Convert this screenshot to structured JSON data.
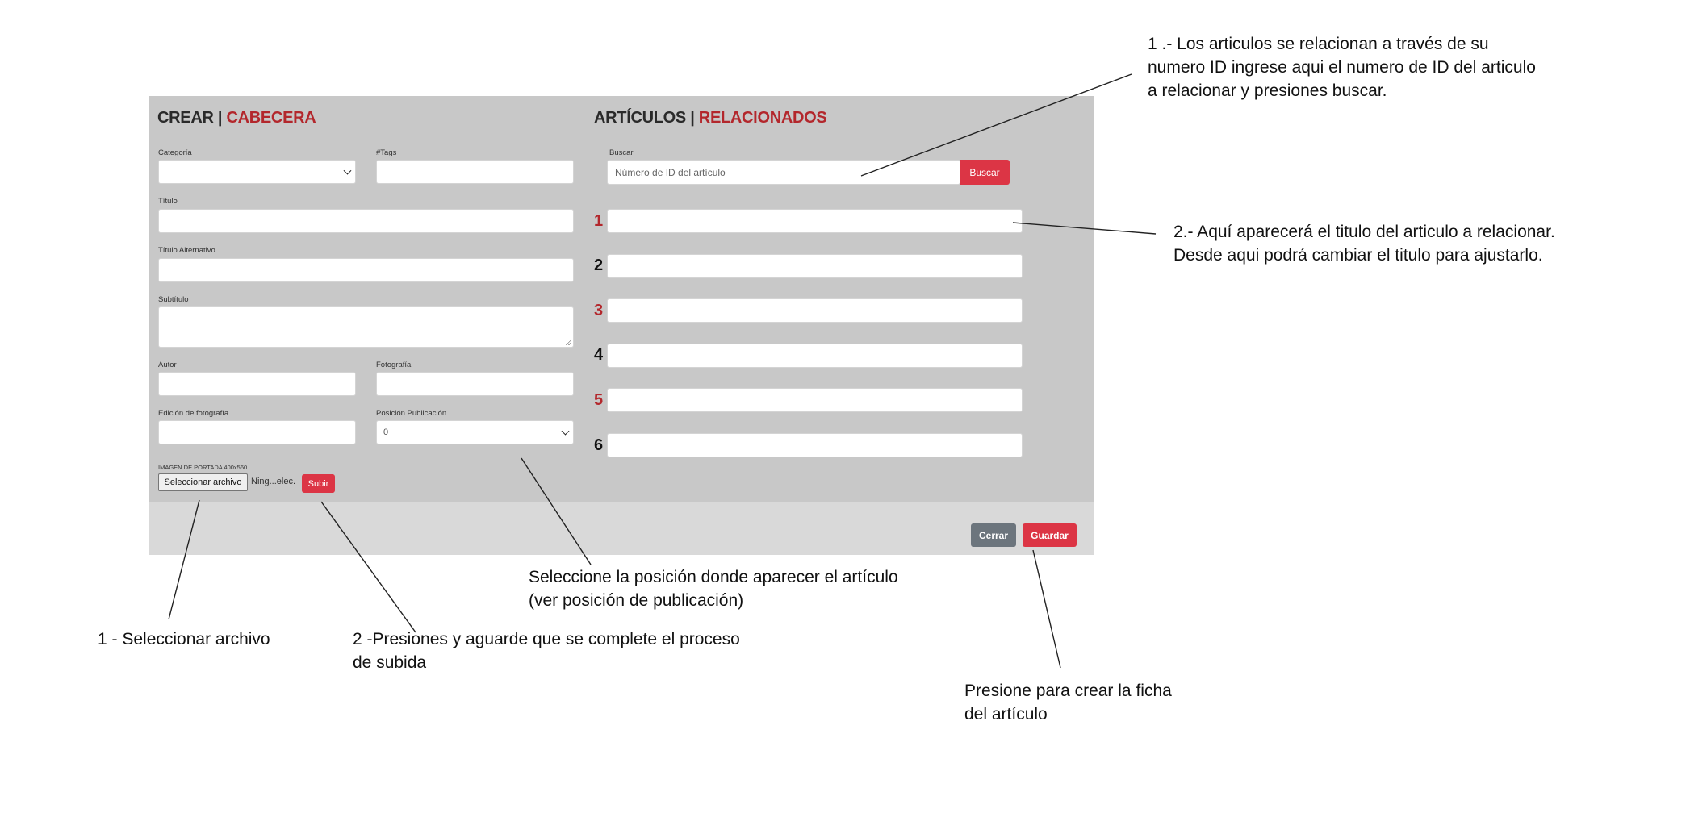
{
  "header": {
    "crear_part1": "CREAR",
    "crear_sep": "|",
    "crear_part2": "CABECERA",
    "articulos_part1": "ARTÍCULOS",
    "articulos_sep": "|",
    "articulos_part2": "RELACIONADOS"
  },
  "form": {
    "categoria_label": "Categoría",
    "categoria_value": "",
    "tags_label": "#Tags",
    "titulo_label": "Título",
    "titulo_alt_label": "Título Alternativo",
    "subtitulo_label": "Subtítulo",
    "autor_label": "Autor",
    "fotografia_label": "Fotografía",
    "edicion_label": "Edición de fotografía",
    "posicion_label": "Posición Publicación",
    "posicion_value": "0",
    "imagen_label": "IMAGEN DE PORTADA 400x560",
    "file_button": "Seleccionar archivo",
    "file_status": "Ning...elec.",
    "subir_button": "Subir"
  },
  "related": {
    "buscar_label": "Buscar",
    "search_placeholder": "Número de ID del artículo",
    "buscar_button": "Buscar",
    "numbers": [
      "1",
      "2",
      "3",
      "4",
      "5",
      "6"
    ]
  },
  "footer": {
    "cerrar_button": "Cerrar",
    "guardar_button": "Guardar"
  },
  "annotations": {
    "search_line1": "1 .- Los articulos se relacionan a través de su",
    "search_line2": "numero ID ingrese aqui el numero de ID del articulo",
    "search_line3": "a relacionar y presiones buscar.",
    "title_line1": "2.- Aquí aparecerá el titulo del articulo a relacionar.",
    "title_line2": "Desde aqui podrá cambiar el titulo para ajustarlo.",
    "position_line1": "Seleccione la posición donde aparecer el artículo",
    "position_line2": "(ver posición de publicación)",
    "select_file": "1  - Seleccionar archivo",
    "upload_line1": "2  -Presiones y aguarde que se complete el proceso",
    "upload_line2": "de subida",
    "save_line1": "Presione para crear la ficha",
    "save_line2": "del artículo"
  },
  "colors": {
    "accent_red": "#dc3545",
    "title_red": "#b3272c",
    "panel_gray": "#c8c8c8",
    "footer_gray": "#d9d9d9"
  }
}
